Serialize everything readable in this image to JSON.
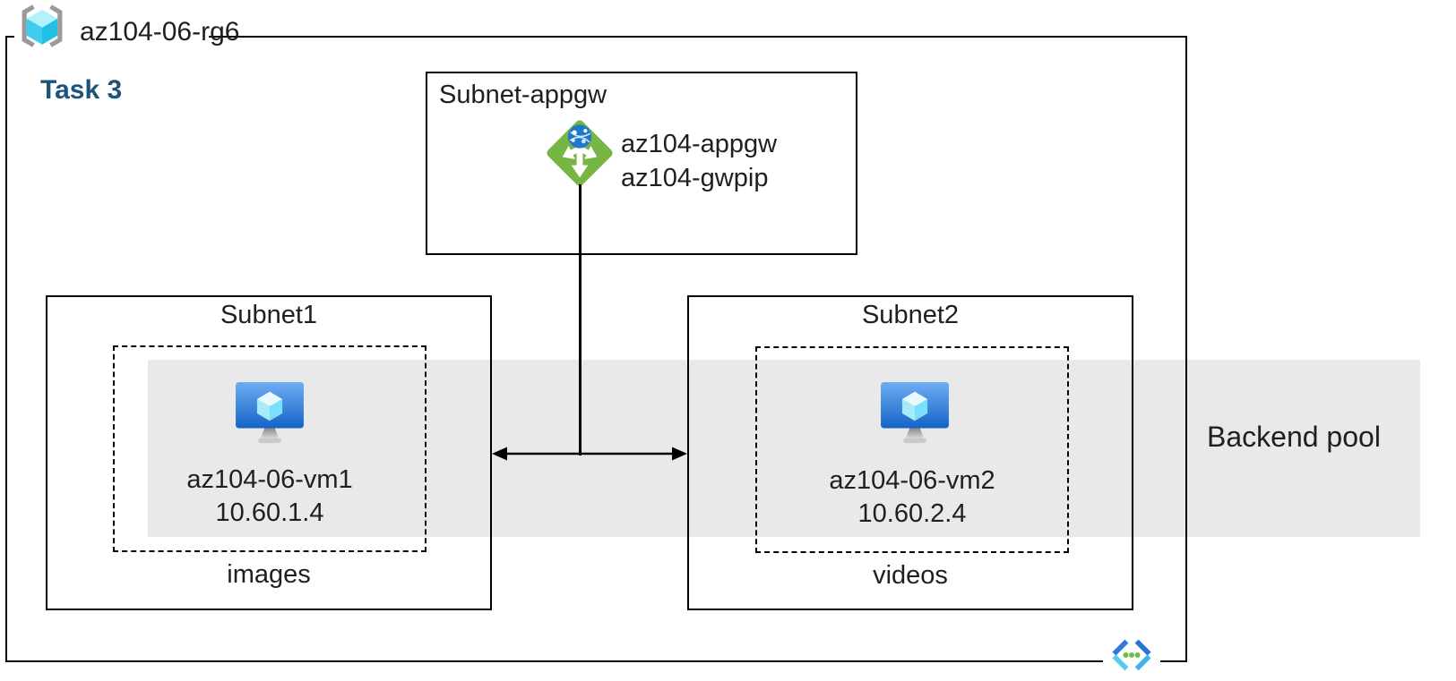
{
  "resource_group": {
    "label": "az104-06-rg6",
    "icon": "resource-group-icon"
  },
  "task_label": "Task 3",
  "appgw_subnet": {
    "title": "Subnet-appgw",
    "icon": "application-gateway-icon",
    "gateway_name": "az104-appgw",
    "gateway_public_ip": "az104-gwpip"
  },
  "subnet1": {
    "title": "Subnet1",
    "icon": "virtual-machine-icon",
    "vm_name": "az104-06-vm1",
    "vm_ip": "10.60.1.4",
    "storage_label": "images"
  },
  "subnet2": {
    "title": "Subnet2",
    "icon": "virtual-machine-icon",
    "vm_name": "az104-06-vm2",
    "vm_ip": "10.60.2.4",
    "storage_label": "videos"
  },
  "backend_pool": {
    "label": "Backend pool"
  },
  "vnet_icon": "virtual-network-icon",
  "colors": {
    "task_label_blue": "#1c5379",
    "backend_band_gray": "#e9e9e9",
    "appgw_green": "#76b645",
    "appgw_globe_blue": "#1f78c8",
    "vm_monitor_blue_top": "#6fadf2",
    "vm_monitor_blue_bottom": "#1463c8",
    "vm_cube_cyan": "#7bdffa",
    "rg_cube_cyan": "#3ecdef",
    "rg_bracket_gray": "#9a9a9a",
    "vnet_chevron_blue": "#2e7cd9",
    "vnet_chevron_cyan": "#55cbf2",
    "vnet_dot_green": "#6cbf4a",
    "line_black": "#000000"
  }
}
